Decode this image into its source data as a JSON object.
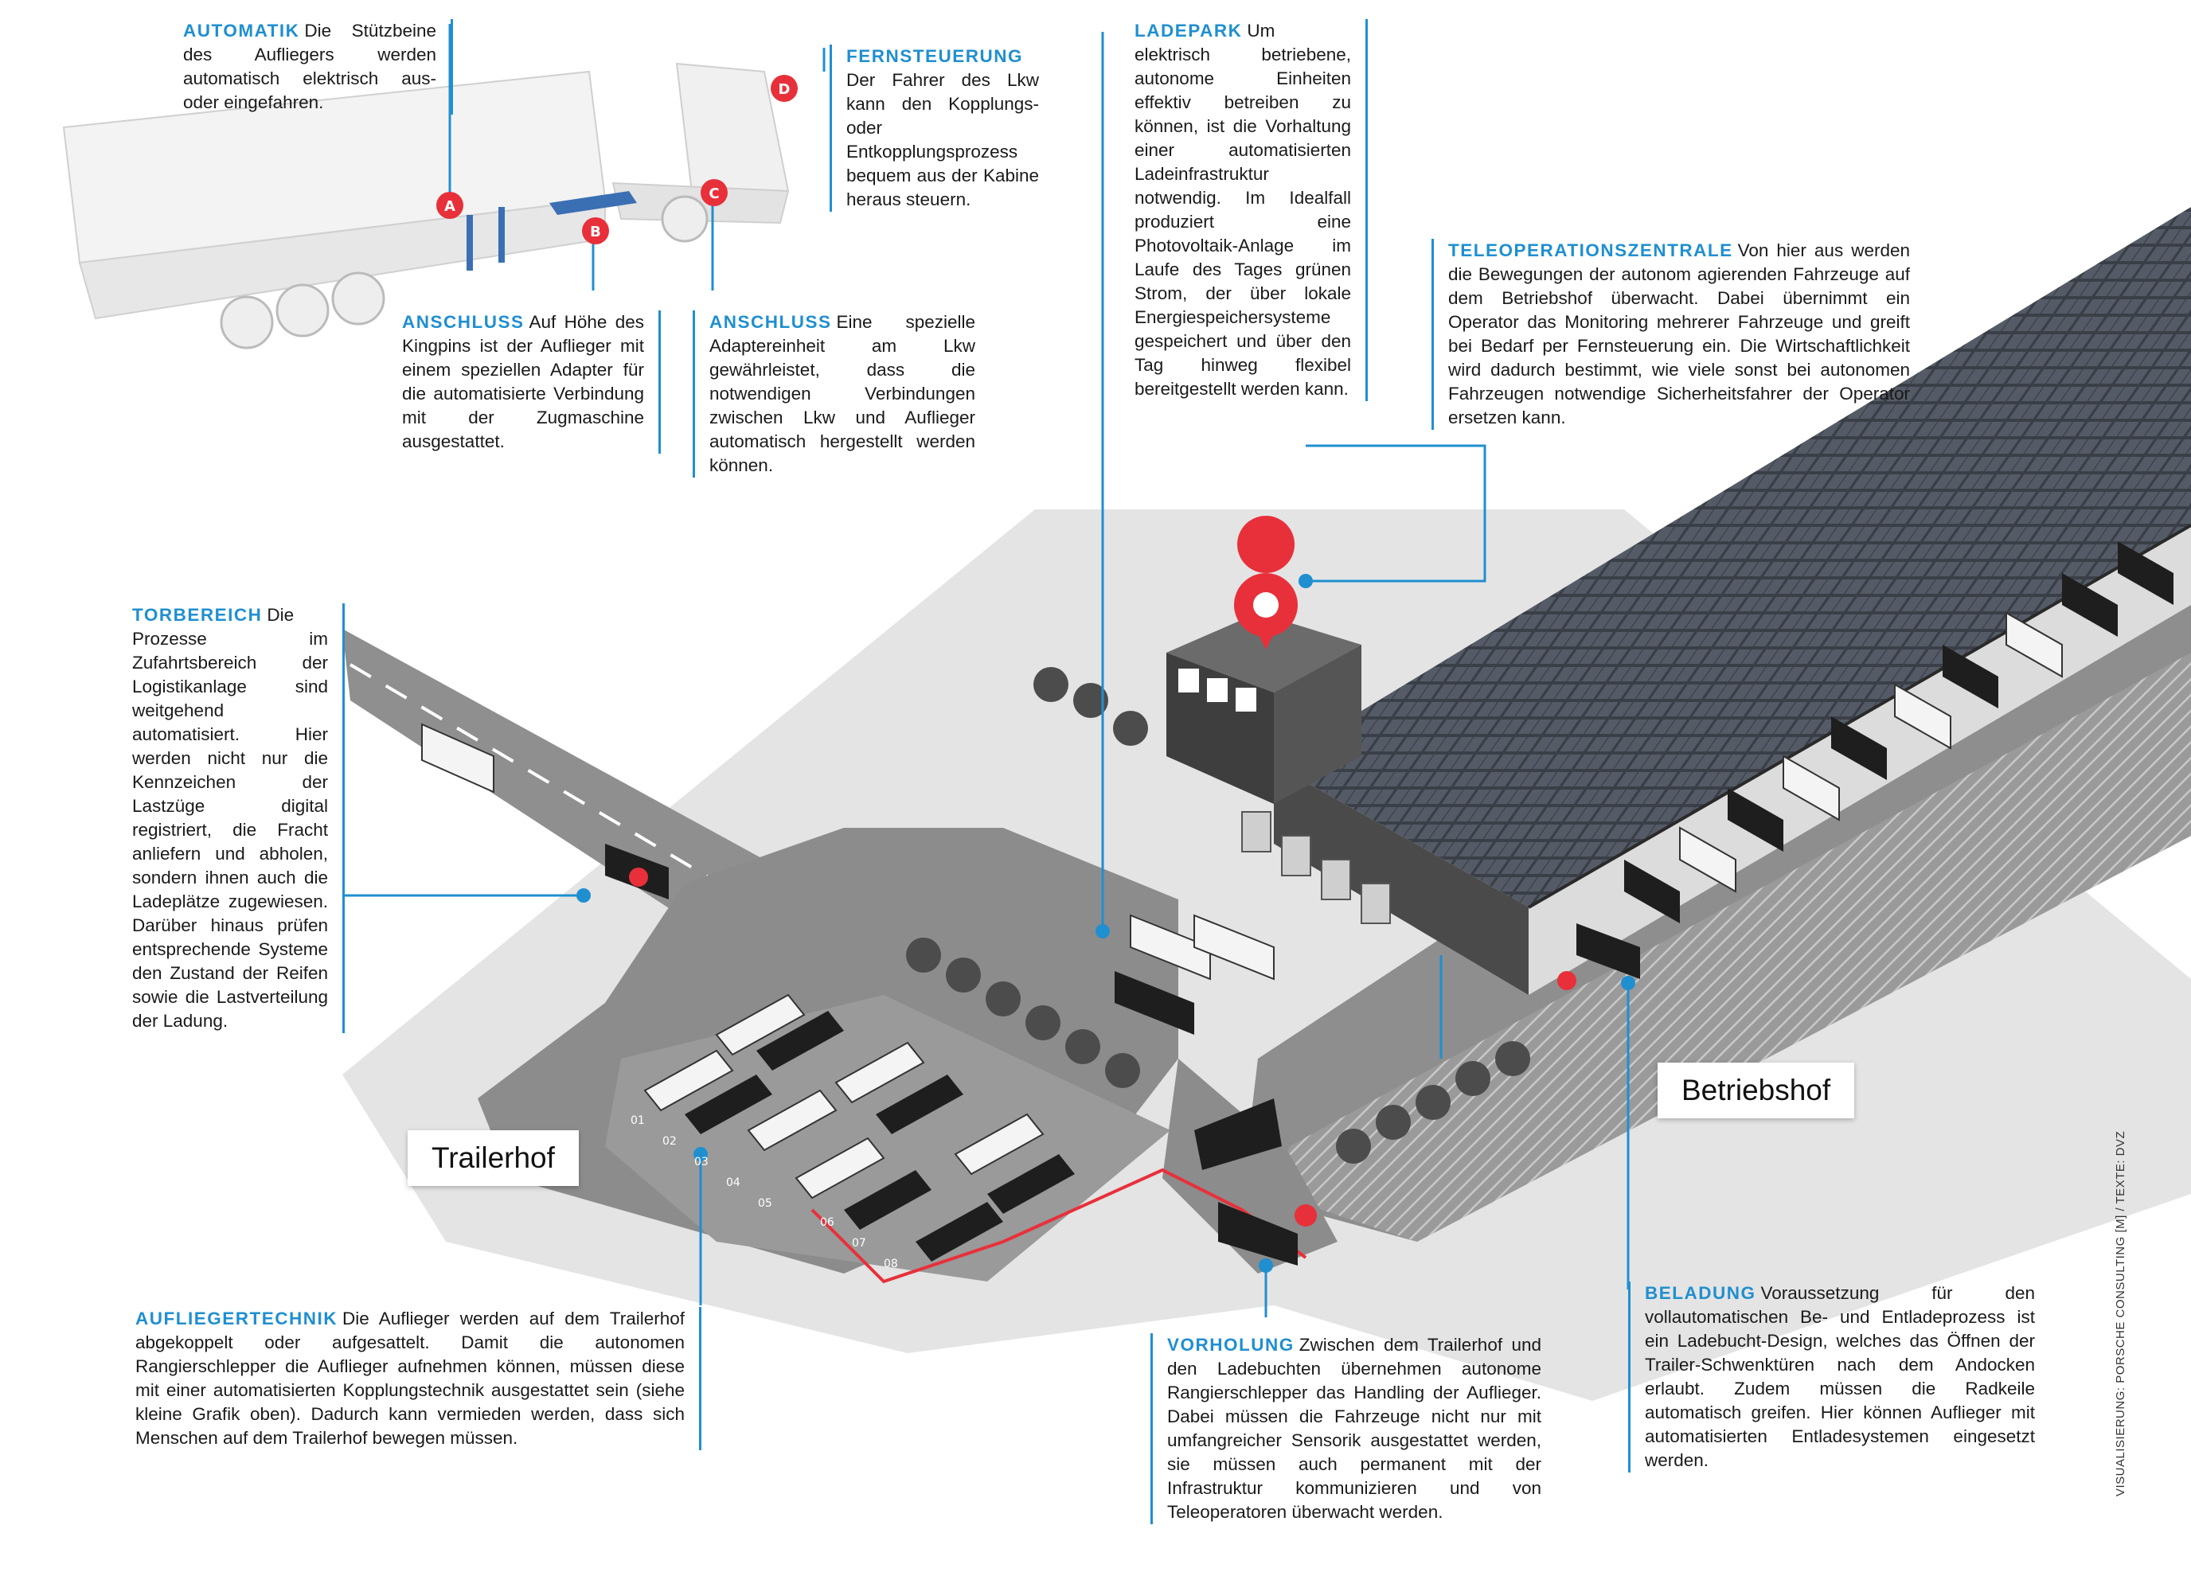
{
  "callouts": {
    "automatik": {
      "heading": "AUTOMATIK",
      "text": "Die Stützbeine des Aufliegers werden automatisch elektrisch aus- oder eingefahren."
    },
    "fernsteuerung": {
      "heading": "FERNSTEUERUNG",
      "text": "Der Fahrer des Lkw kann den Kopplungs- oder Entkopplungsprozess bequem aus der Kabine heraus steuern."
    },
    "anschluss_b": {
      "heading": "ANSCHLUSS",
      "text": "Auf Höhe des Kingpins ist der Auflieger mit einem speziellen Adapter für die automatisierte Verbindung mit der Zugmaschine ausgestattet."
    },
    "anschluss_c": {
      "heading": "ANSCHLUSS",
      "text": "Eine spezielle Adaptereinheit am Lkw gewährleistet, dass die notwendigen Verbindungen zwischen Lkw und Auflieger automatisch hergestellt werden können."
    },
    "ladepark": {
      "heading": "LADEPARK",
      "text": "Um elektrisch betriebene, autonome Einheiten effektiv betreiben zu können, ist die Vorhaltung einer automatisierten Ladeinfrastruktur notwendig. Im Idealfall produziert eine Photovoltaik-Anlage im Laufe des Tages grünen Strom, der über lokale Energiespeichersysteme gespeichert und über den Tag hinweg flexibel bereitgestellt werden kann."
    },
    "teleoperation": {
      "heading": "TELEOPERATIONSZENTRALE",
      "text": "Von hier aus werden die Bewegungen der autonom agierenden Fahrzeuge auf dem Betriebshof überwacht. Dabei übernimmt ein Operator das Monitoring mehrerer Fahrzeuge und greift bei Bedarf per Fernsteuerung ein. Die Wirtschaftlichkeit wird dadurch bestimmt, wie viele sonst bei autonomen Fahrzeugen notwendige Sicherheitsfahrer der Operator ersetzen kann."
    },
    "torbereich": {
      "heading": "TORBEREICH",
      "text": "Die Prozesse im Zufahrtsbereich der Logistikanlage sind weitgehend automatisiert. Hier werden nicht nur die Kennzeichen der Lastzüge digital registriert, die Fracht anliefern und abholen, sondern ihnen auch die Ladeplätze zugewiesen. Darüber hinaus prüfen entsprechende Systeme den Zustand der Reifen sowie die Lastverteilung der Ladung."
    },
    "auflieger": {
      "heading": "AUFLIEGERTECHNIK",
      "text": "Die Auflieger werden auf dem Trailerhof abgekoppelt oder aufgesattelt. Damit die autonomen Rangierschlepper die Auflieger aufnehmen können, müssen diese mit einer automatisierten Kopplungstechnik ausgestattet sein (siehe kleine Grafik oben). Dadurch kann vermieden werden, dass sich Menschen auf dem Trailerhof bewegen müssen."
    },
    "vorholung": {
      "heading": "VORHOLUNG",
      "text": "Zwischen dem Trailerhof und den Ladebuchten übernehmen autonome Rangierschlepper das Handling der Auflieger. Dabei müssen die Fahrzeuge nicht nur mit umfangreicher Sensorik ausgestattet werden, sie müssen auch permanent mit der Infrastruktur kommunizieren und von Teleoperatoren überwacht werden."
    },
    "beladung": {
      "heading": "BELADUNG",
      "text": "Voraussetzung für den vollautomatischen Be- und Entladeprozess ist ein Ladebucht-Design, welches das Öffnen der Trailer-Schwenktüren nach dem Andocken erlaubt. Zudem müssen die Radkeile automatisch greifen. Hier können Auflieger mit automatisierten Entladesystemen eingesetzt werden."
    }
  },
  "markers": {
    "a": "A",
    "b": "B",
    "c": "C",
    "d": "D"
  },
  "places": {
    "trailerhof": "Trailerhof",
    "betriebshof": "Betriebshof"
  },
  "parking_numbers": [
    "01",
    "02",
    "03",
    "04",
    "05",
    "06",
    "07",
    "08"
  ],
  "credit": "VISUALISIERUNG: PORSCHE CONSULTING [M] / TEXTE: DVZ",
  "colors": {
    "accent": "#1f8fd0",
    "pin": "#e8303a",
    "asphalt": "#8c8c8c",
    "ground": "#e2e2e2",
    "truck": "#1e1e1e"
  }
}
